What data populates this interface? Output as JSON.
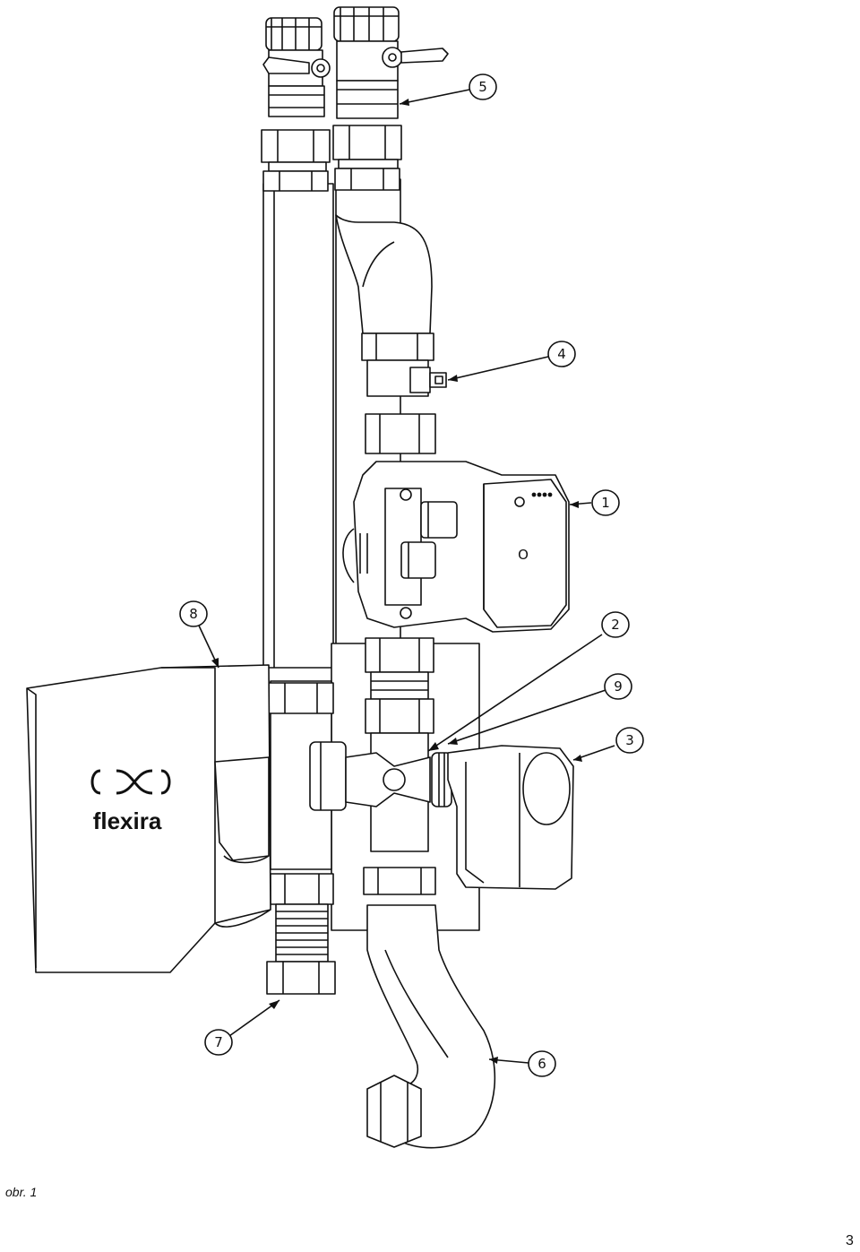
{
  "figure": {
    "brand": "flexira",
    "callouts": {
      "c1": "1",
      "c2": "2",
      "c3": "3",
      "c4": "4",
      "c5": "5",
      "c6": "6",
      "c7": "7",
      "c8": "8",
      "c9": "9"
    },
    "pump_mark": "O"
  },
  "caption": "obr. 1",
  "page_number": "3"
}
